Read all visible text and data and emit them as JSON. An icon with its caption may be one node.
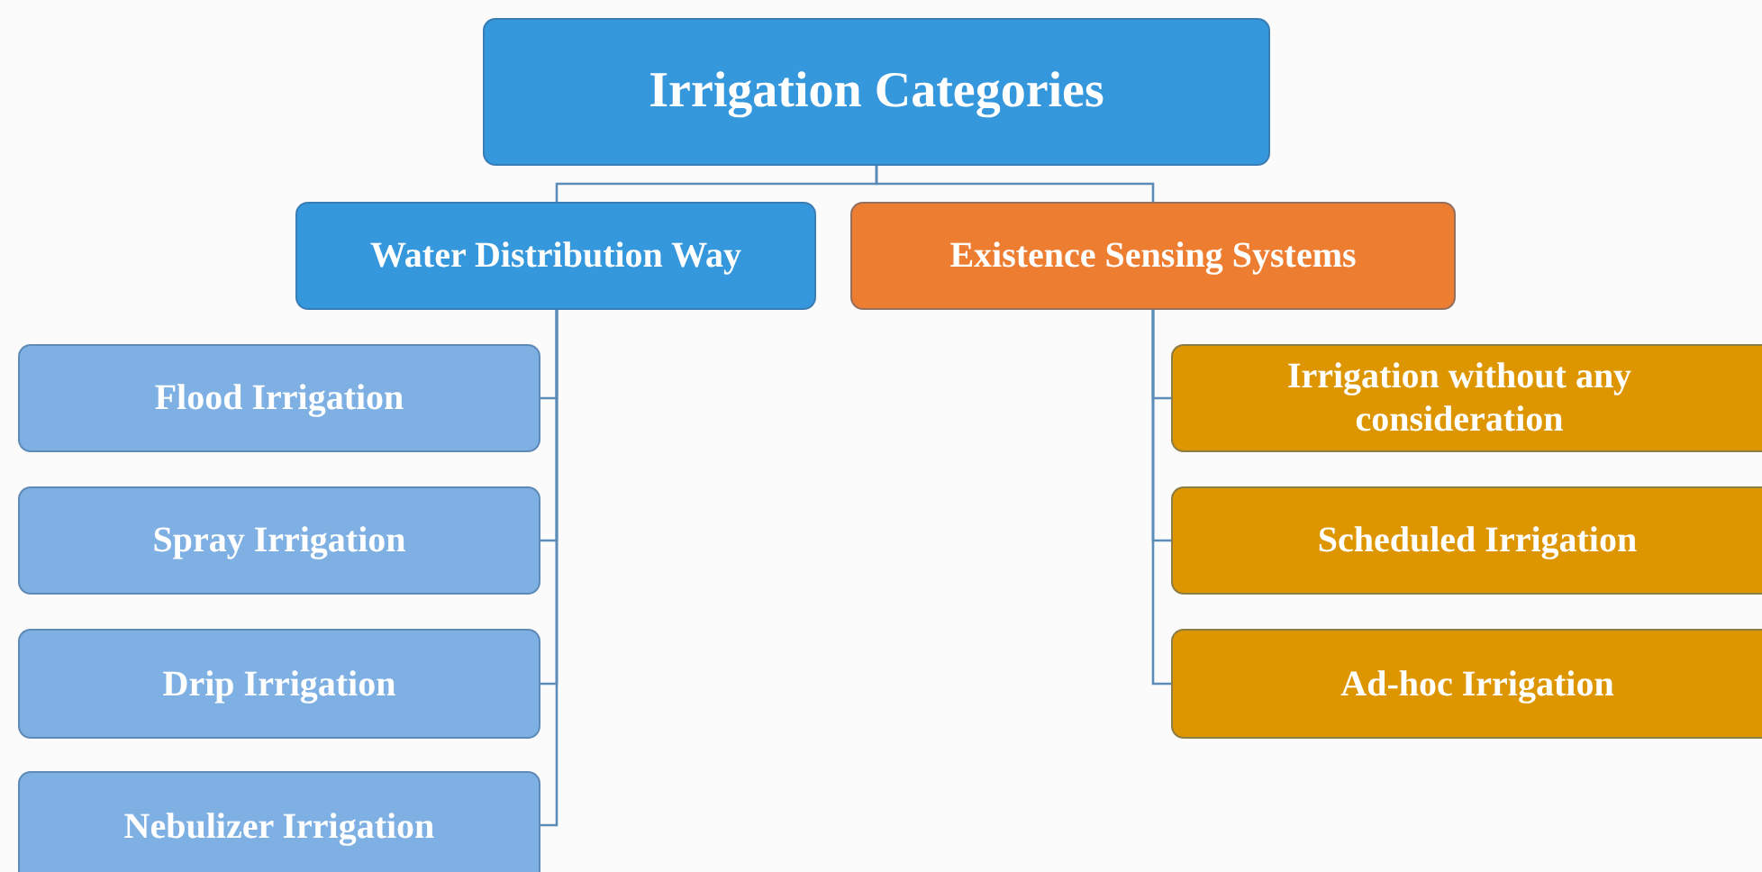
{
  "diagram": {
    "nodes": [
      {
        "text": [
          "Irrigation Categories"
        ]
      },
      {
        "text": [
          "Water Distribution Way"
        ]
      },
      {
        "text": [
          "Existence Sensing Systems"
        ]
      },
      {
        "text": [
          "Flood Irrigation"
        ]
      },
      {
        "text": [
          "Spray Irrigation"
        ]
      },
      {
        "text": [
          "Drip Irrigation"
        ]
      },
      {
        "text": [
          "Nebulizer Irrigation"
        ]
      },
      {
        "text": [
          "Irrigation without any consideration"
        ]
      },
      {
        "text": [
          "Scheduled Irrigation"
        ]
      },
      {
        "text": [
          "Ad-hoc Irrigation"
        ]
      }
    ],
    "edges": [
      {
        "from": 0,
        "to": 1,
        "arrow": "none"
      },
      {
        "from": 0,
        "to": 2,
        "arrow": "none"
      },
      {
        "from": 1,
        "to": 3,
        "arrow": "none"
      },
      {
        "from": 1,
        "to": 4,
        "arrow": "none"
      },
      {
        "from": 1,
        "to": 5,
        "arrow": "none"
      },
      {
        "from": 1,
        "to": 6,
        "arrow": "none"
      },
      {
        "from": 2,
        "to": 7,
        "arrow": "none"
      },
      {
        "from": 2,
        "to": 8,
        "arrow": "none"
      },
      {
        "from": 2,
        "to": 9,
        "arrow": "none"
      }
    ]
  }
}
